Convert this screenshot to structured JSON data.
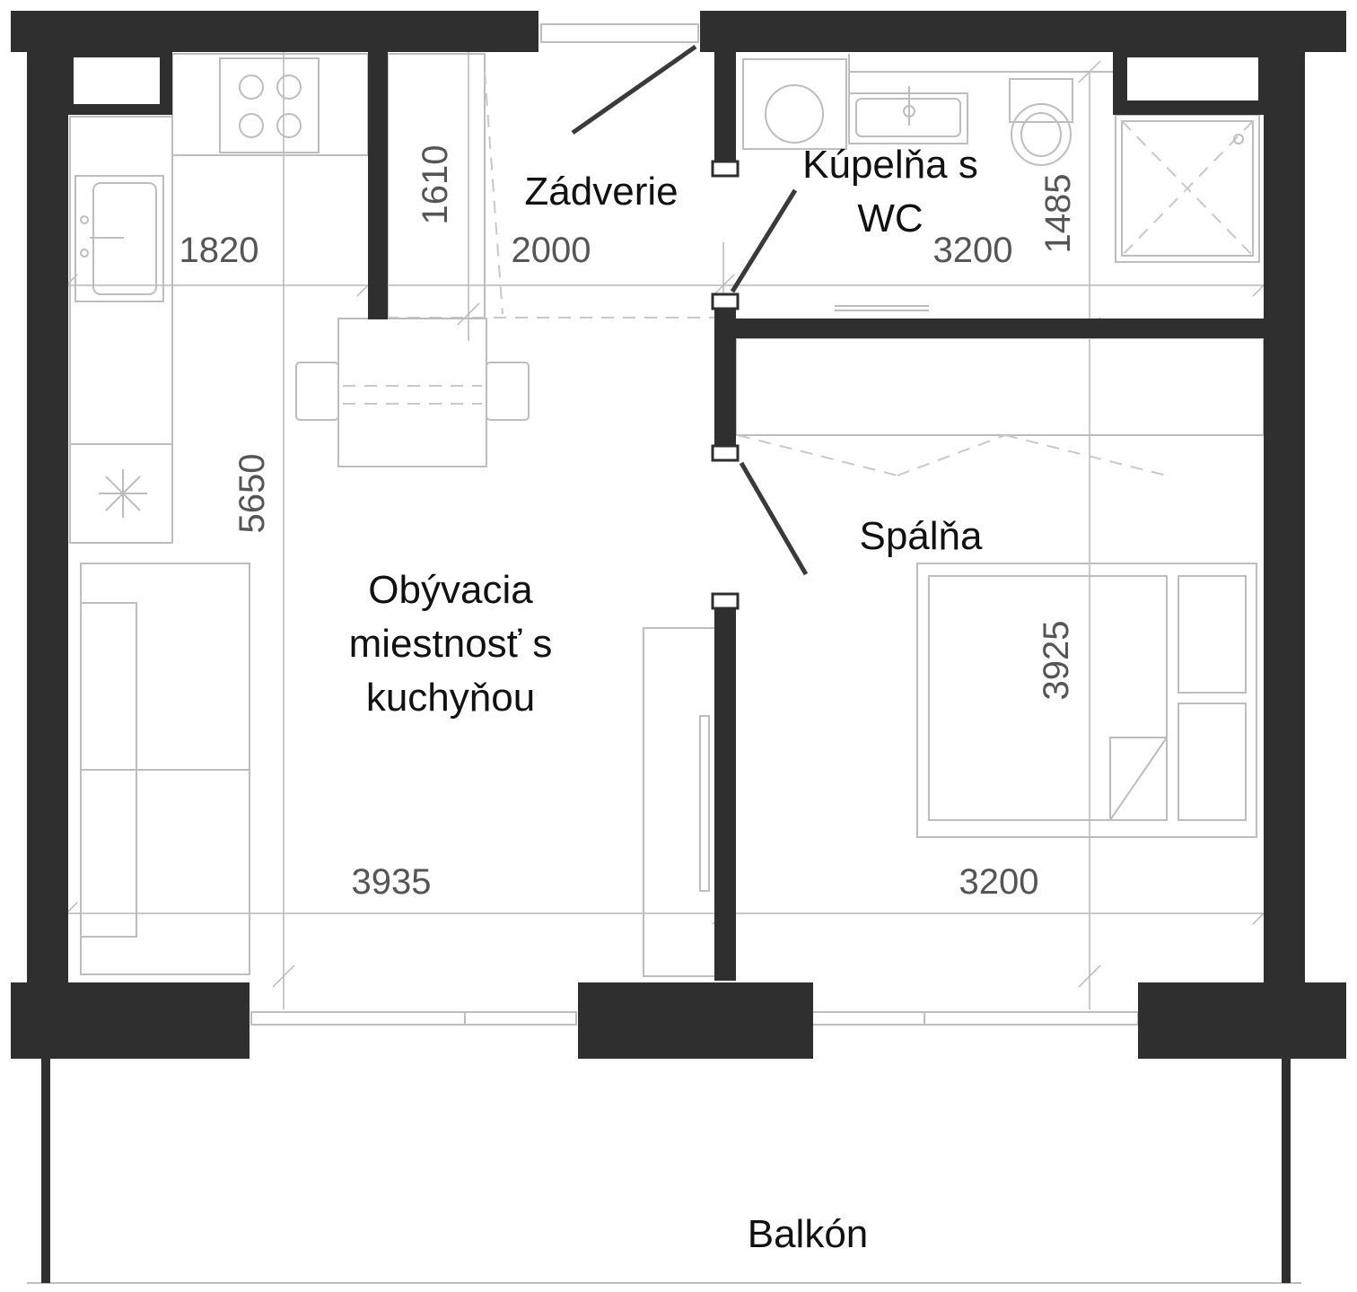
{
  "rooms": {
    "zadverie": "Zádverie",
    "kupelna_line1": "Kúpelňa s",
    "kupelna_line2": "WC",
    "spalna": "Spálňa",
    "obyvacia_line1": "Obývacia",
    "obyvacia_line2": "miestnosť s",
    "obyvacia_line3": "kuchyňou",
    "balkon": "Balkón"
  },
  "dimensions": {
    "kitchen_width": "1820",
    "hall_depth": "1610",
    "hall_width": "2000",
    "bath_width": "3200",
    "bath_depth": "1485",
    "living_depth": "5650",
    "living_width": "3935",
    "bedroom_width": "3200",
    "bedroom_depth": "3925"
  }
}
